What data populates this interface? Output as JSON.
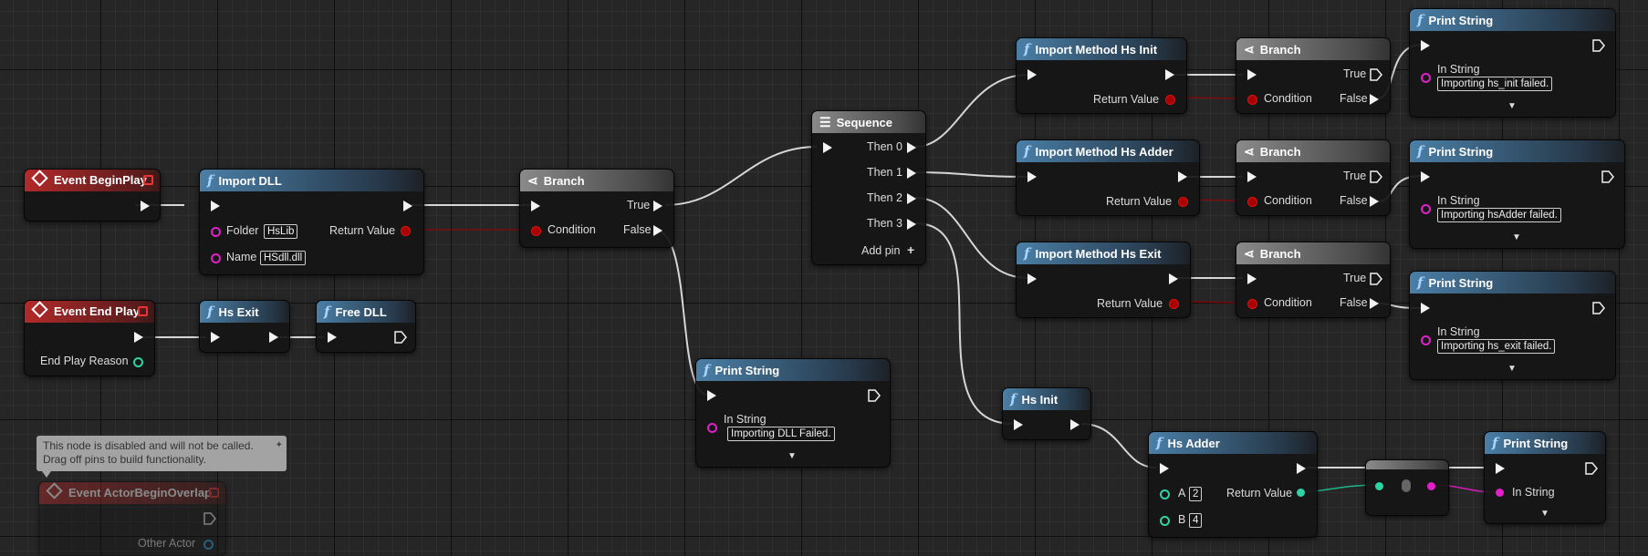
{
  "events": {
    "begin_play": "Event BeginPlay",
    "end_play": "Event End Play",
    "end_play_reason": "End Play Reason",
    "actor_overlap": "Event ActorBeginOverlap",
    "other_actor": "Other Actor"
  },
  "import_dll": {
    "title": "Import DLL",
    "folder_label": "Folder",
    "folder_value": "HsLib",
    "name_label": "Name",
    "name_value": "HSdll.dll",
    "return_label": "Return Value"
  },
  "branch_main": {
    "title": "Branch",
    "condition": "Condition",
    "true_label": "True",
    "false_label": "False"
  },
  "sequence": {
    "title": "Sequence",
    "then0": "Then 0",
    "then1": "Then 1",
    "then2": "Then 2",
    "then3": "Then 3",
    "add_pin": "Add pin"
  },
  "import_init": {
    "title": "Import Method Hs Init",
    "return_label": "Return Value"
  },
  "import_adder": {
    "title": "Import Method Hs Adder",
    "return_label": "Return Value"
  },
  "import_exit": {
    "title": "Import Method Hs Exit",
    "return_label": "Return Value"
  },
  "branch1": {
    "title": "Branch",
    "condition": "Condition",
    "true_label": "True",
    "false_label": "False"
  },
  "branch2": {
    "title": "Branch",
    "condition": "Condition",
    "true_label": "True",
    "false_label": "False"
  },
  "branch3": {
    "title": "Branch",
    "condition": "Condition",
    "true_label": "True",
    "false_label": "False"
  },
  "print_init": {
    "title": "Print String",
    "in_string": "In String",
    "value": "Importing hs_init failed."
  },
  "print_adder": {
    "title": "Print String",
    "in_string": "In String",
    "value": "Importing hsAdder failed."
  },
  "print_exit": {
    "title": "Print String",
    "in_string": "In String",
    "value": "Importing hs_exit failed."
  },
  "print_dll": {
    "title": "Print String",
    "in_string": "In String",
    "value": "Importing DLL Failed."
  },
  "hs_exit": {
    "title": "Hs Exit"
  },
  "free_dll": {
    "title": "Free DLL"
  },
  "hs_init": {
    "title": "Hs Init"
  },
  "hs_adder": {
    "title": "Hs Adder",
    "a_label": "A",
    "a_value": "2",
    "b_label": "B",
    "b_value": "4",
    "return_label": "Return Value"
  },
  "print_result": {
    "title": "Print String",
    "in_string": "In String"
  },
  "tooltip": {
    "line1": "This node is disabled and will not be called.",
    "line2": "Drag off pins to build functionality."
  },
  "colors": {
    "exec_wire": "#d9d9d9",
    "bool_wire": "#8a0d0d",
    "int_wire": "#1fb58a",
    "string_wire": "#d61dbc",
    "func_header": "#4a7fa7",
    "event_header": "#b22a2a"
  },
  "icons": {
    "function": "function-f-icon",
    "event": "event-diamond-icon",
    "branch": "branch-icon",
    "sequence": "sequence-icon"
  }
}
